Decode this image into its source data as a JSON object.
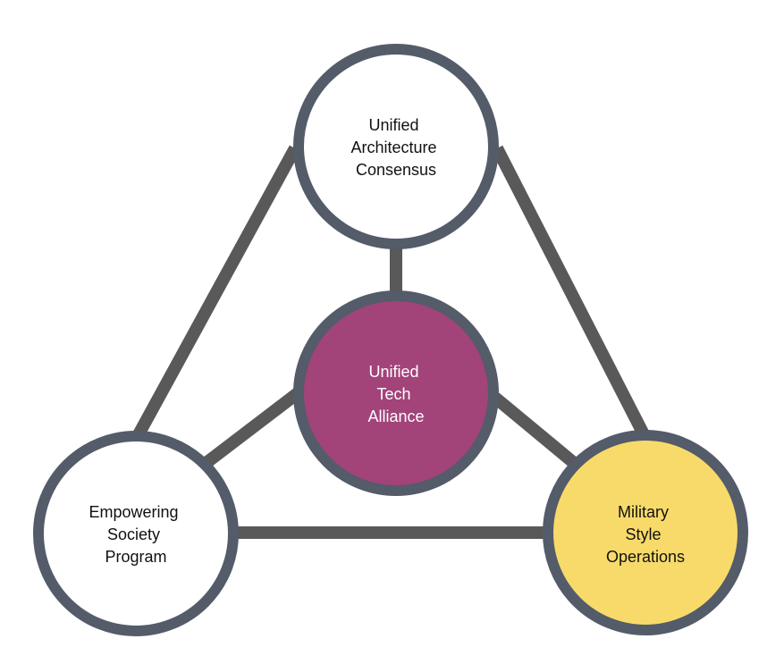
{
  "colors": {
    "connector": "#595959",
    "node_border": "#545b69",
    "default_fill": "#ffffff",
    "center_fill": "#a2437a",
    "right_fill": "#f7da6a",
    "dark_text": "#111111",
    "light_text": "#ffffff"
  },
  "nodes": {
    "top": {
      "lines": [
        "Unified",
        "Architecture",
        "Consensus"
      ]
    },
    "center": {
      "lines": [
        "Unified",
        "Tech",
        "Alliance"
      ]
    },
    "left": {
      "lines": [
        "Empowering",
        "Society",
        "Program"
      ]
    },
    "right": {
      "lines": [
        "Military",
        "Style",
        "Operations"
      ]
    }
  }
}
